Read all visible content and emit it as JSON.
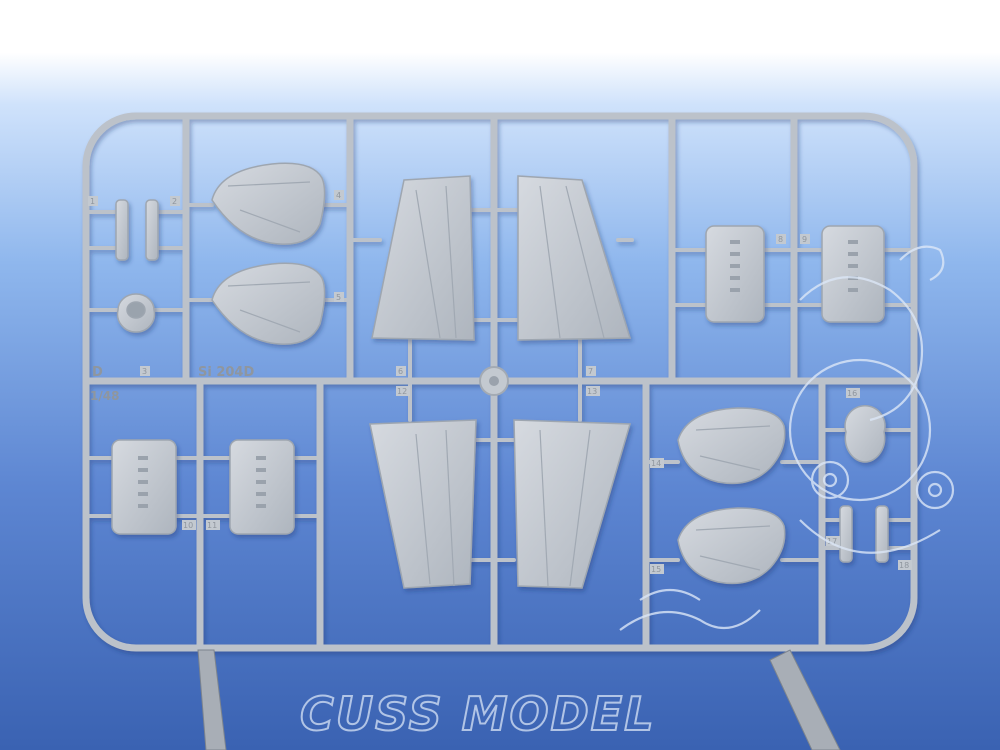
{
  "photo": {
    "subject": "Plastic model kit sprue, sprue D",
    "sprue_letter": "D",
    "scale_text": "1/48",
    "kit_code_text": "Si 204D",
    "watermark_text": "CUSS MODEL",
    "part_numbers": [
      "1",
      "2",
      "3",
      "4",
      "5",
      "6",
      "7",
      "8",
      "9",
      "10",
      "11",
      "12",
      "13",
      "14",
      "15",
      "16",
      "17",
      "18"
    ],
    "colors": {
      "background_top": "#ffffff",
      "background_blue_light": "#8ab4ec",
      "background_blue_dark": "#3a63b4",
      "plastic": "#c7ccd3",
      "plastic_shadow": "#a6adb6",
      "watermark": "#d8e4f6"
    }
  }
}
